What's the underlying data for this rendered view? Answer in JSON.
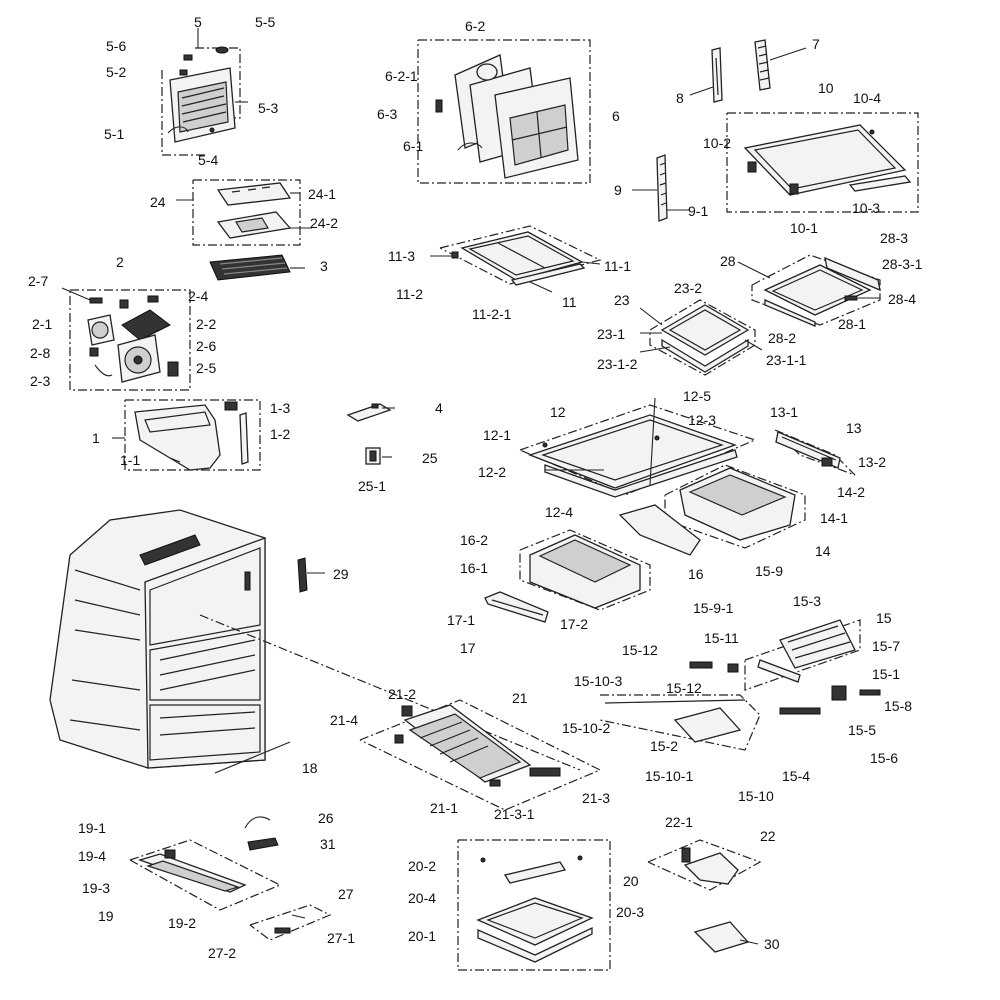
{
  "diagram": {
    "labels": {
      "l5": "5",
      "l5_5": "5-5",
      "l5_6": "5-6",
      "l5_2": "5-2",
      "l5_3": "5-3",
      "l5_1": "5-1",
      "l5_4": "5-4",
      "l6_2": "6-2",
      "l6_2_1": "6-2-1",
      "l6_3": "6-3",
      "l6": "6",
      "l6_1": "6-1",
      "l7": "7",
      "l8": "8",
      "l10": "10",
      "l10_4": "10-4",
      "l10_2": "10-2",
      "l9": "9",
      "l9_1": "9-1",
      "l10_3": "10-3",
      "l10_1": "10-1",
      "l24": "24",
      "l24_1": "24-1",
      "l24_2": "24-2",
      "l3": "3",
      "l11_3": "11-3",
      "l11_1": "11-1",
      "l11_2": "11-2",
      "l11": "11",
      "l11_2_1": "11-2-1",
      "l28": "28",
      "l28_3": "28-3",
      "l28_3_1": "28-3-1",
      "l28_4": "28-4",
      "l28_2": "28-2",
      "l28_1": "28-1",
      "l23": "23",
      "l23_2": "23-2",
      "l23_1": "23-1",
      "l23_1_2": "23-1-2",
      "l23_1_1": "23-1-1",
      "l2": "2",
      "l2_7": "2-7",
      "l2_4": "2-4",
      "l2_1": "2-1",
      "l2_2": "2-2",
      "l2_8": "2-8",
      "l2_6": "2-6",
      "l2_5": "2-5",
      "l2_3": "2-3",
      "l1_3": "1-3",
      "l1": "1",
      "l1_2": "1-2",
      "l1_1": "1-1",
      "l4": "4",
      "l25": "25",
      "l25_1": "25-1",
      "l12_5": "12-5",
      "l12": "12",
      "l12_3": "12-3",
      "l12_1": "12-1",
      "l12_2": "12-2",
      "l12_4": "12-4",
      "l13_1": "13-1",
      "l13": "13",
      "l13_2": "13-2",
      "l14_2": "14-2",
      "l14_1": "14-1",
      "l14": "14",
      "l16_2": "16-2",
      "l16_1": "16-1",
      "l16": "16",
      "l17_1": "17-1",
      "l17_2": "17-2",
      "l17": "17",
      "l29": "29",
      "l15_9": "15-9",
      "l15_9_1": "15-9-1",
      "l15_3": "15-3",
      "l15": "15",
      "l15_12a": "15-12",
      "l15_11": "15-11",
      "l15_7": "15-7",
      "l15_1": "15-1",
      "l15_10_3": "15-10-3",
      "l15_12b": "15-12",
      "l15_8": "15-8",
      "l15_5": "15-5",
      "l15_10_2": "15-10-2",
      "l15_2": "15-2",
      "l15_6": "15-6",
      "l15_10_1": "15-10-1",
      "l15_4": "15-4",
      "l15_10": "15-10",
      "l21_2": "21-2",
      "l21": "21",
      "l21_4": "21-4",
      "l18": "18",
      "l21_1": "21-1",
      "l21_3_1": "21-3-1",
      "l21_3": "21-3",
      "l26": "26",
      "l19_1": "19-1",
      "l31": "31",
      "l19_4": "19-4",
      "l19_3": "19-3",
      "l19": "19",
      "l19_2": "19-2",
      "l27": "27",
      "l27_1": "27-1",
      "l27_2": "27-2",
      "l22_1": "22-1",
      "l22": "22",
      "l20_2": "20-2",
      "l20": "20",
      "l20_4": "20-4",
      "l20_3": "20-3",
      "l20_1": "20-1",
      "l30": "30"
    }
  }
}
